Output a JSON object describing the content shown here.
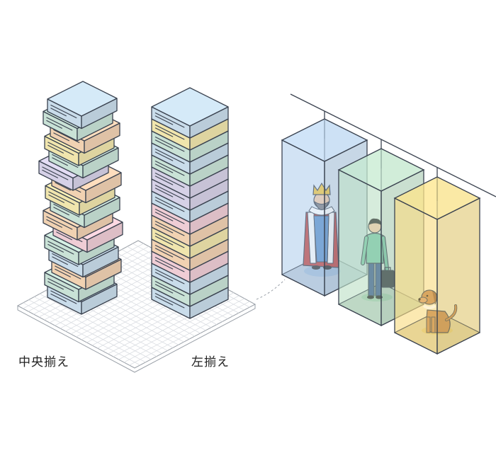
{
  "captions": {
    "center_aligned": "中央揃え",
    "left_aligned": "左揃え"
  },
  "colors": {
    "blue": "#cfe3f1",
    "green": "#cfe9dd",
    "orange": "#f8d8b8",
    "yellow": "#f7ecb2",
    "purple": "#ddd7ee",
    "pink": "#f6d3dc",
    "outline": "#3b4350",
    "grid": "#dadde2"
  },
  "center_stack": [
    "blue",
    "green",
    "orange",
    "yellow",
    "green",
    "purple",
    "orange",
    "yellow",
    "green",
    "orange",
    "pink",
    "green",
    "blue",
    "orange",
    "green",
    "blue"
  ],
  "left_stack": [
    "blue",
    "yellow",
    "green",
    "blue",
    "green",
    "purple",
    "purple",
    "blue",
    "pink",
    "orange",
    "yellow",
    "orange",
    "pink",
    "blue",
    "green",
    "blue"
  ],
  "boxes": [
    {
      "name": "king",
      "color": "blue",
      "icon": "king-figure-icon"
    },
    {
      "name": "man",
      "color": "green",
      "icon": "man-with-briefcase-icon"
    },
    {
      "name": "dog",
      "color": "yellow",
      "icon": "dog-icon"
    }
  ]
}
